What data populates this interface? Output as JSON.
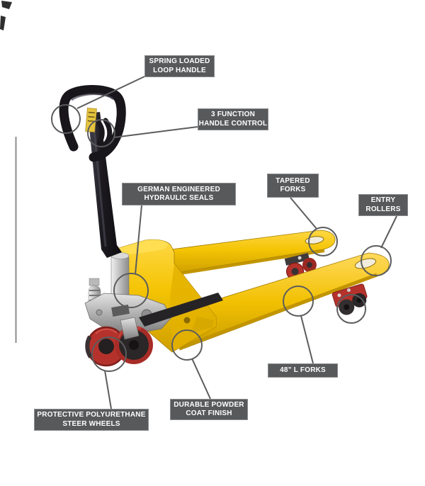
{
  "colors": {
    "background": "#ffffff",
    "label_bg": "#58595b",
    "label_text": "#ffffff",
    "callout_line": "#5b5c5e",
    "truck_yellow": "#f4c404",
    "truck_yellow_shadow": "#c79a00",
    "truck_black": "#1a181c",
    "truck_red": "#b5322c",
    "chrome_gray": "#c2c2c2",
    "rule_gray": "#8e8e8e"
  },
  "diagram": {
    "subject_depicted": "hand pallet jack with callout annotations",
    "labels": [
      {
        "id": "spring",
        "line1": "SPRING LOADED",
        "line2": "LOOP HANDLE"
      },
      {
        "id": "function",
        "line1": "3 FUNCTION",
        "line2": "HANDLE CONTROL"
      },
      {
        "id": "german",
        "line1": "GERMAN ENGINEERED",
        "line2": "HYDRAULIC SEALS"
      },
      {
        "id": "tapered",
        "line1": "TAPERED",
        "line2": "FORKS"
      },
      {
        "id": "entry",
        "line1": "ENTRY",
        "line2": "ROLLERS"
      },
      {
        "id": "forks48",
        "line1": "48” L FORKS",
        "line2": ""
      },
      {
        "id": "durable",
        "line1": "DURABLE POWDER",
        "line2": "COAT FINISH"
      },
      {
        "id": "protective",
        "line1": "PROTECTIVE POLYURETHANE",
        "line2": "STEER WHEELS"
      }
    ]
  }
}
